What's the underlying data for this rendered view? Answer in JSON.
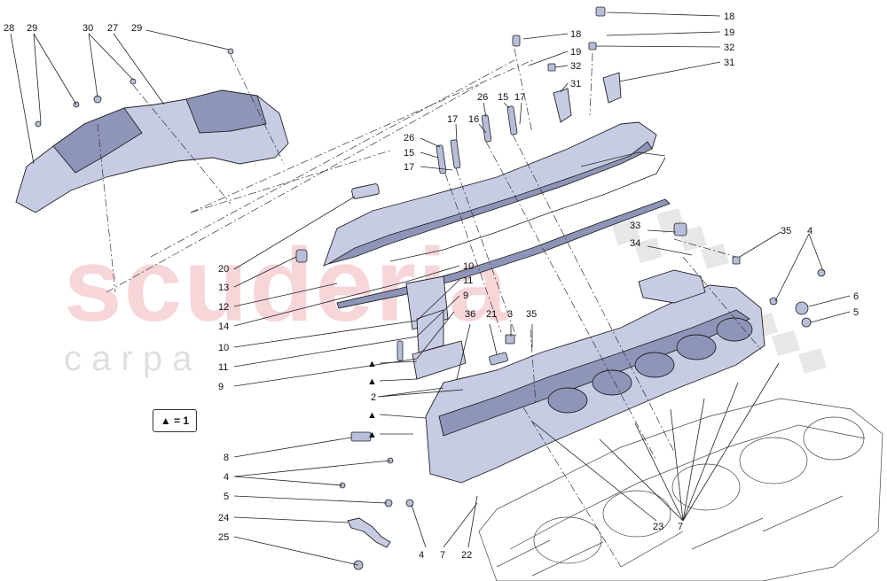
{
  "watermark": {
    "main": "scuderia",
    "sub": "c a r p a"
  },
  "legend": {
    "text": "▲ = 1"
  },
  "markers": [
    "▲",
    "▲",
    "▲",
    "▲"
  ],
  "labels": {
    "l18a": "18",
    "l19a": "19",
    "l32a": "32",
    "l31a": "31",
    "l18b": "18",
    "l19b": "19",
    "l32b": "32",
    "l31b": "31",
    "l28": "28",
    "l29a": "29",
    "l30": "30",
    "l27": "27",
    "l29b": "29",
    "l26a": "26",
    "l15a": "15",
    "l17a": "17",
    "l17b": "17",
    "l16": "16",
    "l26b": "26",
    "l15b": "15",
    "l17c": "17",
    "l20": "20",
    "l13": "13",
    "l12": "12",
    "l14": "14",
    "l10a": "10",
    "l11a": "11",
    "l9a": "9",
    "l10b": "10",
    "l11b": "11",
    "l9b": "9",
    "l36": "36",
    "l21": "21",
    "l3": "3",
    "l35a": "35",
    "l33": "33",
    "l34": "34",
    "l35b": "35",
    "l4a": "4",
    "l6": "6",
    "l5a": "5",
    "l2": "2",
    "l8": "8",
    "l4b": "4",
    "l5b": "5",
    "l24": "24",
    "l25": "25",
    "l4c": "4",
    "l7a": "7",
    "l22": "22",
    "l23": "23",
    "l7b": "7"
  }
}
